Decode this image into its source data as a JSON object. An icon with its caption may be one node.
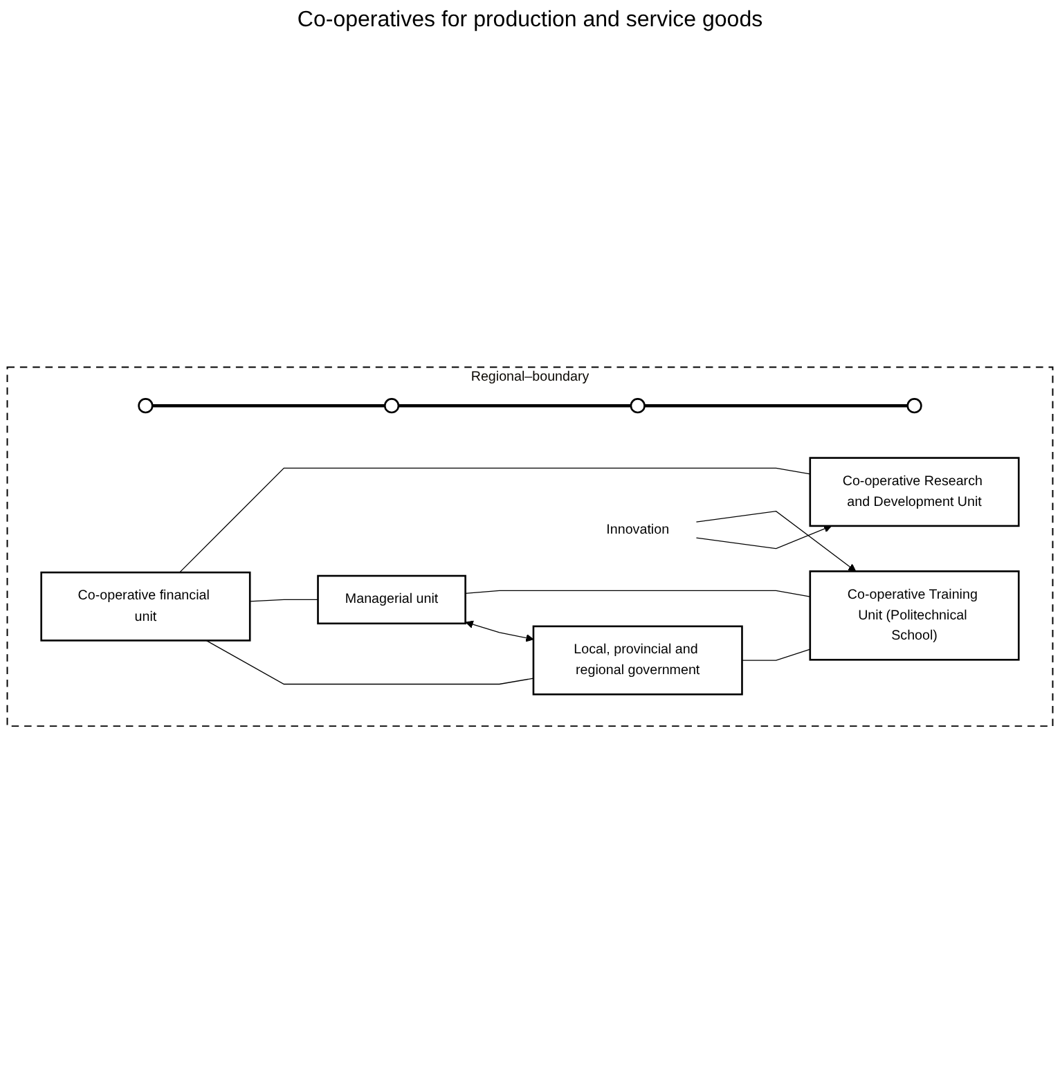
{
  "diagram": {
    "nodes": [
      {
        "text": [
          "Regional–boundary"
        ]
      },
      {
        "text": [],
        "shape": "circle",
        "in": 0
      },
      {
        "text": [],
        "shape": "circle",
        "in": 0
      },
      {
        "text": [],
        "shape": "circle",
        "in": 0
      },
      {
        "text": [],
        "shape": "circle",
        "in": 0
      },
      {
        "text": [
          "Co-operative financial unit"
        ],
        "in": 0
      },
      {
        "text": [
          "Managerial unit"
        ],
        "in": 0
      },
      {
        "text": [
          "Local, provincial and regional government"
        ],
        "in": 0
      },
      {
        "text": [
          "Co-operative Research and Development Unit"
        ],
        "in": 0
      },
      {
        "text": [
          "Co-operative Training Unit (Politechnical School)"
        ],
        "in": 0
      },
      {
        "text": [
          "Innovation"
        ],
        "in": 0
      }
    ],
    "edges": [
      {
        "from": 1,
        "to": 2,
        "arrow": "none",
        "style": "thick"
      },
      {
        "from": 2,
        "to": 3,
        "arrow": "none",
        "style": "thick"
      },
      {
        "from": 3,
        "to": 4,
        "arrow": "none",
        "style": "thick"
      },
      {
        "from": 5,
        "to": 7,
        "arrow": "none"
      },
      {
        "from": 5,
        "to": 6,
        "arrow": "none"
      },
      {
        "from": 6,
        "to": 7,
        "arrow": "both"
      },
      {
        "from": 5,
        "to": 8,
        "arrow": "none"
      },
      {
        "from": 6,
        "to": 9,
        "arrow": "none"
      },
      {
        "from": 7,
        "to": 9,
        "arrow": "none"
      },
      {
        "from": 10,
        "to": 8,
        "arrow": "to"
      },
      {
        "from": 10,
        "to": 9,
        "arrow": "to"
      }
    ],
    "labels": [
      "Co-operatives for production and service goods"
    ]
  }
}
